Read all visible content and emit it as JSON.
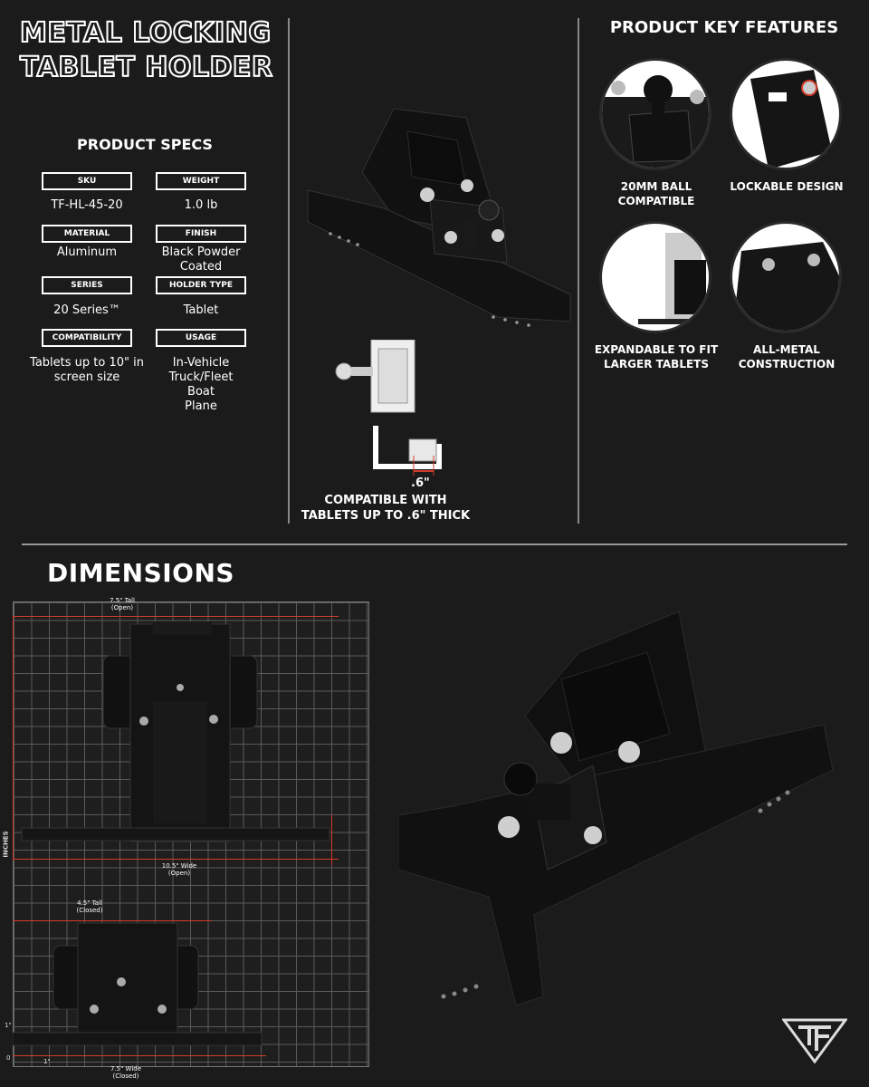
{
  "title": {
    "line1": "METAL LOCKING",
    "line2": "TABLET HOLDER"
  },
  "specs": {
    "heading": "PRODUCT SPECS",
    "items": [
      {
        "label": "SKU",
        "value": "TF-HL-45-20"
      },
      {
        "label": "WEIGHT",
        "value": "1.0 lb"
      },
      {
        "label": "MATERIAL",
        "value": "Aluminum"
      },
      {
        "label": "FINISH",
        "value": "Black Powder Coated"
      },
      {
        "label": "SERIES",
        "value": "20 Series™"
      },
      {
        "label": "HOLDER TYPE",
        "value": "Tablet"
      },
      {
        "label": "COMPATIBILITY",
        "value": "Tablets up to 10\" in screen size"
      },
      {
        "label": "USAGE",
        "value": "In-Vehicle\nTruck/Fleet\nBoat\nPlane"
      }
    ]
  },
  "thickness": {
    "measure": ".6\"",
    "caption": "COMPATIBLE WITH TABLETS UP TO .6\" THICK"
  },
  "features": {
    "heading": "PRODUCT KEY FEATURES",
    "items": [
      {
        "label": "20MM BALL COMPATIBLE"
      },
      {
        "label": "LOCKABLE DESIGN"
      },
      {
        "label": "EXPANDABLE TO FIT LARGER TABLETS"
      },
      {
        "label": "ALL-METAL CONSTRUCTION"
      }
    ]
  },
  "dimensions": {
    "heading": "DIMENSIONS",
    "axis_label": "INCHES",
    "open_tall": "7.5\" Tall\n(Open)",
    "open_wide": "10.5\" Wide\n(Open)",
    "closed_tall": "4.5\" Tall\n(Closed)",
    "closed_wide": "7.5\" Wide\n(Closed)",
    "tick_zero": "0",
    "tick_one_y": "1\"",
    "tick_one_x": "1\""
  },
  "colors": {
    "background": "#1b1b1b",
    "accent_red": "#d23b2a",
    "text": "#ffffff"
  },
  "logo": "TF"
}
